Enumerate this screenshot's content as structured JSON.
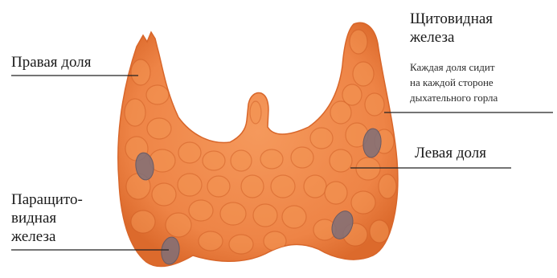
{
  "diagram": {
    "labels": {
      "right_lobe": "Правая доля",
      "thyroid_title": "Щитовидная\nжелеза",
      "thyroid_note": "Каждая доля сидит\nна каждой стороне\nдыхательного горла",
      "left_lobe": "Левая доля",
      "parathyroid": "Паращито-\nвидная\nжелеза"
    },
    "colors": {
      "gland": "#f08a4b",
      "gland_shadow": "#dc6a2c",
      "lobule_outline": "#c9571f",
      "lobule_highlight": "#f6a36b",
      "parathyroid": "#7f6f78",
      "leader_line": "#222222",
      "text": "#1a1a1a"
    }
  }
}
